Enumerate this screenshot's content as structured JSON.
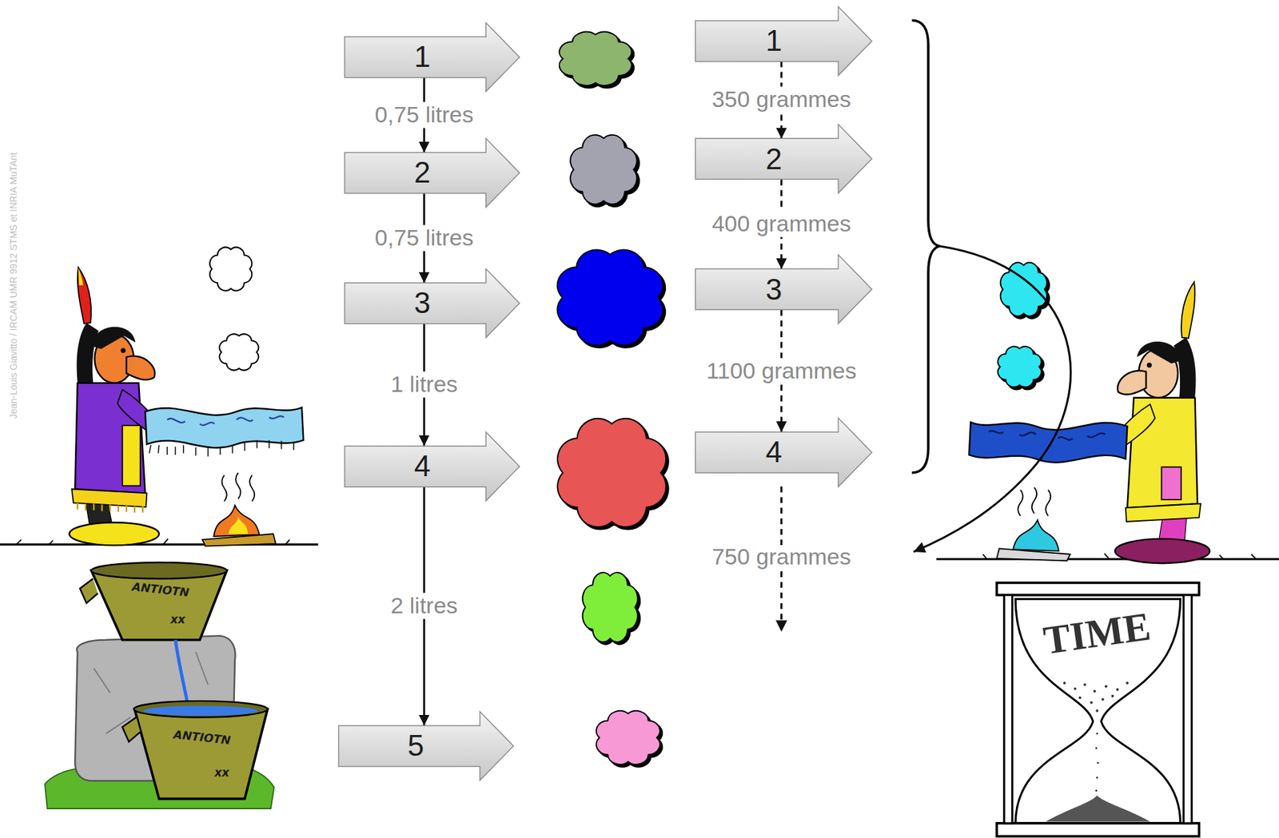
{
  "diagram": {
    "nodes": [
      {
        "text": [
          "1"
        ]
      },
      {
        "text": [
          "2"
        ]
      },
      {
        "text": [
          "3"
        ]
      },
      {
        "text": [
          "4"
        ]
      },
      {
        "text": [
          "5"
        ]
      },
      {
        "text": [
          "1"
        ]
      },
      {
        "text": [
          "2"
        ]
      },
      {
        "text": [
          "3"
        ]
      },
      {
        "text": [
          "4"
        ]
      }
    ],
    "edges": [
      {
        "from": 0,
        "to": 1,
        "arrow": "to",
        "label": "0,75 litres"
      },
      {
        "from": 1,
        "to": 2,
        "arrow": "to",
        "label": "0,75 litres"
      },
      {
        "from": 2,
        "to": 3,
        "arrow": "to",
        "label": "1 litres"
      },
      {
        "from": 3,
        "to": 4,
        "arrow": "to",
        "label": "2 litres"
      },
      {
        "from": 5,
        "to": 6,
        "arrow": "to",
        "label": "350 grammes"
      },
      {
        "from": 6,
        "to": 7,
        "arrow": "to",
        "label": "400 grammes"
      },
      {
        "from": 7,
        "to": 8,
        "arrow": "to",
        "label": "1100 grammes"
      }
    ],
    "labels": [
      "750 grammes",
      "ANTIOTN",
      "xx",
      "ANTIOTN",
      "xx",
      "TIME",
      "Jean-Louis Giavitto / IRCAM UMR 9912 STMS et INRIA MuTAnt"
    ]
  }
}
